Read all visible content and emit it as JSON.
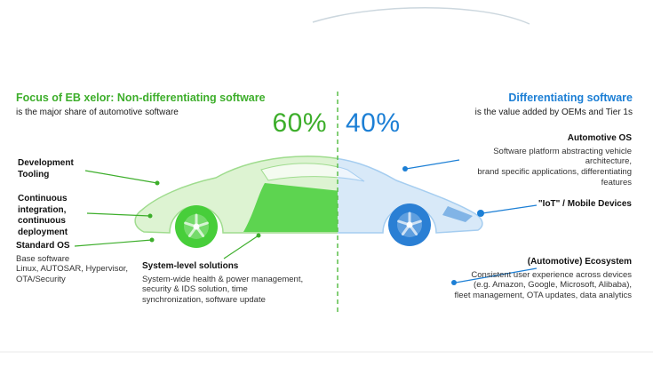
{
  "colors": {
    "green": "#3dae2b",
    "bright_green": "#47ce3a",
    "light_green": "#ddf3d2",
    "blue": "#1c7fd5",
    "light_blue": "#d8e9f8"
  },
  "left_section": {
    "title": "Focus of EB xelor: Non-differentiating software",
    "subtitle": "is the major share of automotive software",
    "share": "60%"
  },
  "right_section": {
    "title": "Differentiating software",
    "subtitle": "is the value added by OEMs and Tier 1s",
    "share": "40%"
  },
  "left_callouts": [
    {
      "title": "Development Tooling",
      "body": ""
    },
    {
      "title": "Continuous integration, continuous deployment",
      "body": ""
    },
    {
      "title": "Standard OS",
      "body": "Base software\nLinux, AUTOSAR, Hypervisor,\nOTA/Security"
    },
    {
      "title": "System-level solutions",
      "body": "System-wide health & power management,\nsecurity & IDS solution, time\nsynchronization, software update"
    }
  ],
  "right_callouts": [
    {
      "title": "Automotive OS",
      "body": "Software platform abstracting vehicle architecture,\nbrand specific applications, differentiating features"
    },
    {
      "title": "\"IoT\" / Mobile Devices",
      "body": ""
    },
    {
      "title": "(Automotive) Ecosystem",
      "body": "Consistent user experience across devices\n(e.g. Amazon, Google, Microsoft, Alibaba),\nfleet management, OTA updates, data analytics"
    }
  ]
}
